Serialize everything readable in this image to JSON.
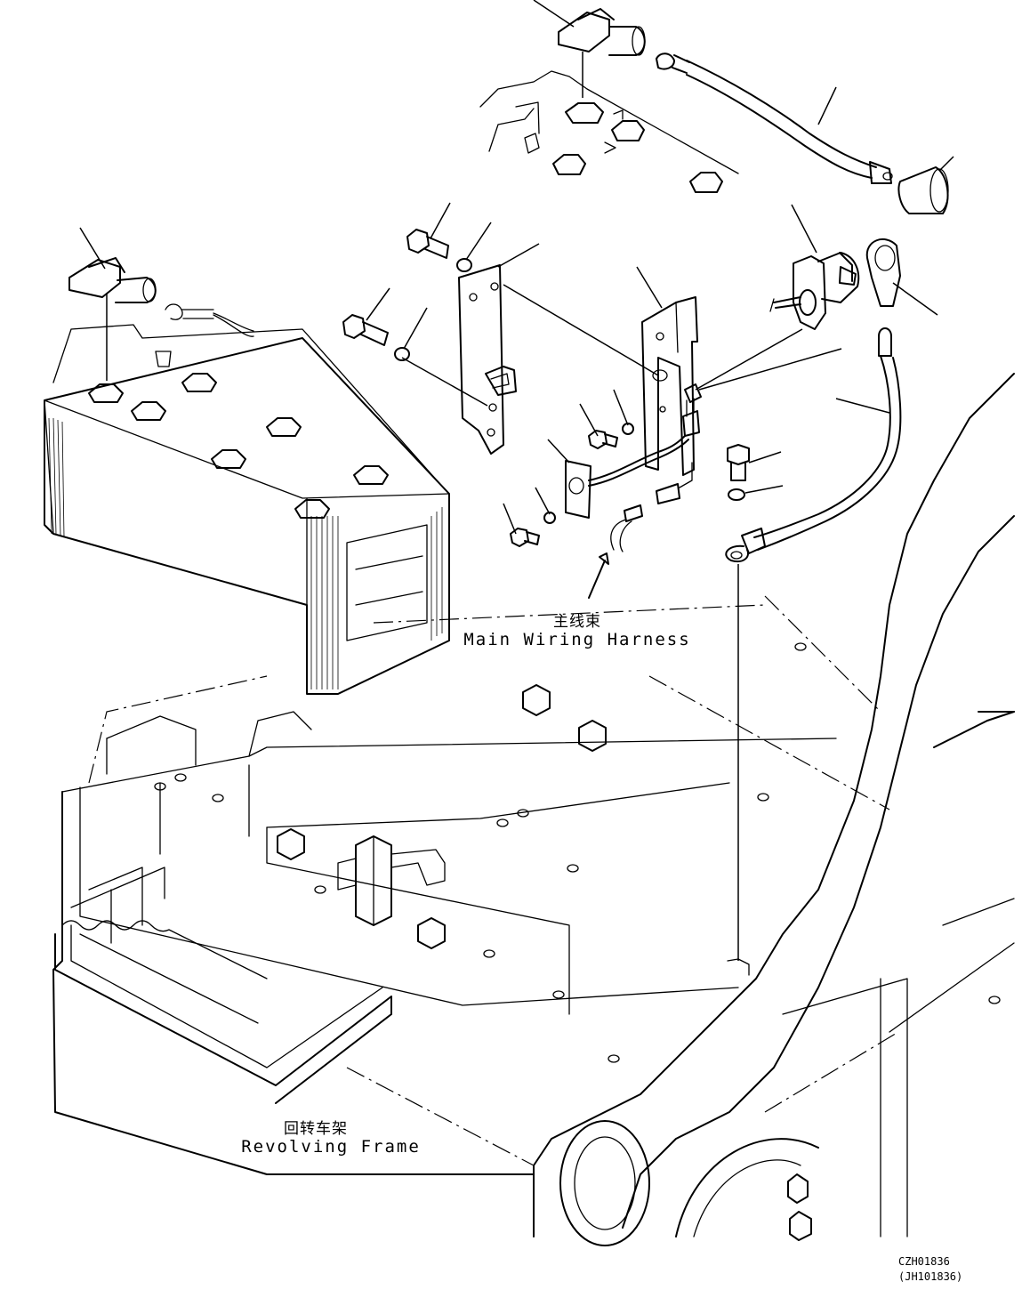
{
  "labels": {
    "main_wiring_harness_cn": "主线束",
    "main_wiring_harness_en": "Main Wiring Harness",
    "revolving_frame_cn": "回转车架",
    "revolving_frame_en": "Revolving Frame"
  },
  "drawing_codes": {
    "primary": "CZH01836",
    "secondary": "(JH101836)"
  }
}
